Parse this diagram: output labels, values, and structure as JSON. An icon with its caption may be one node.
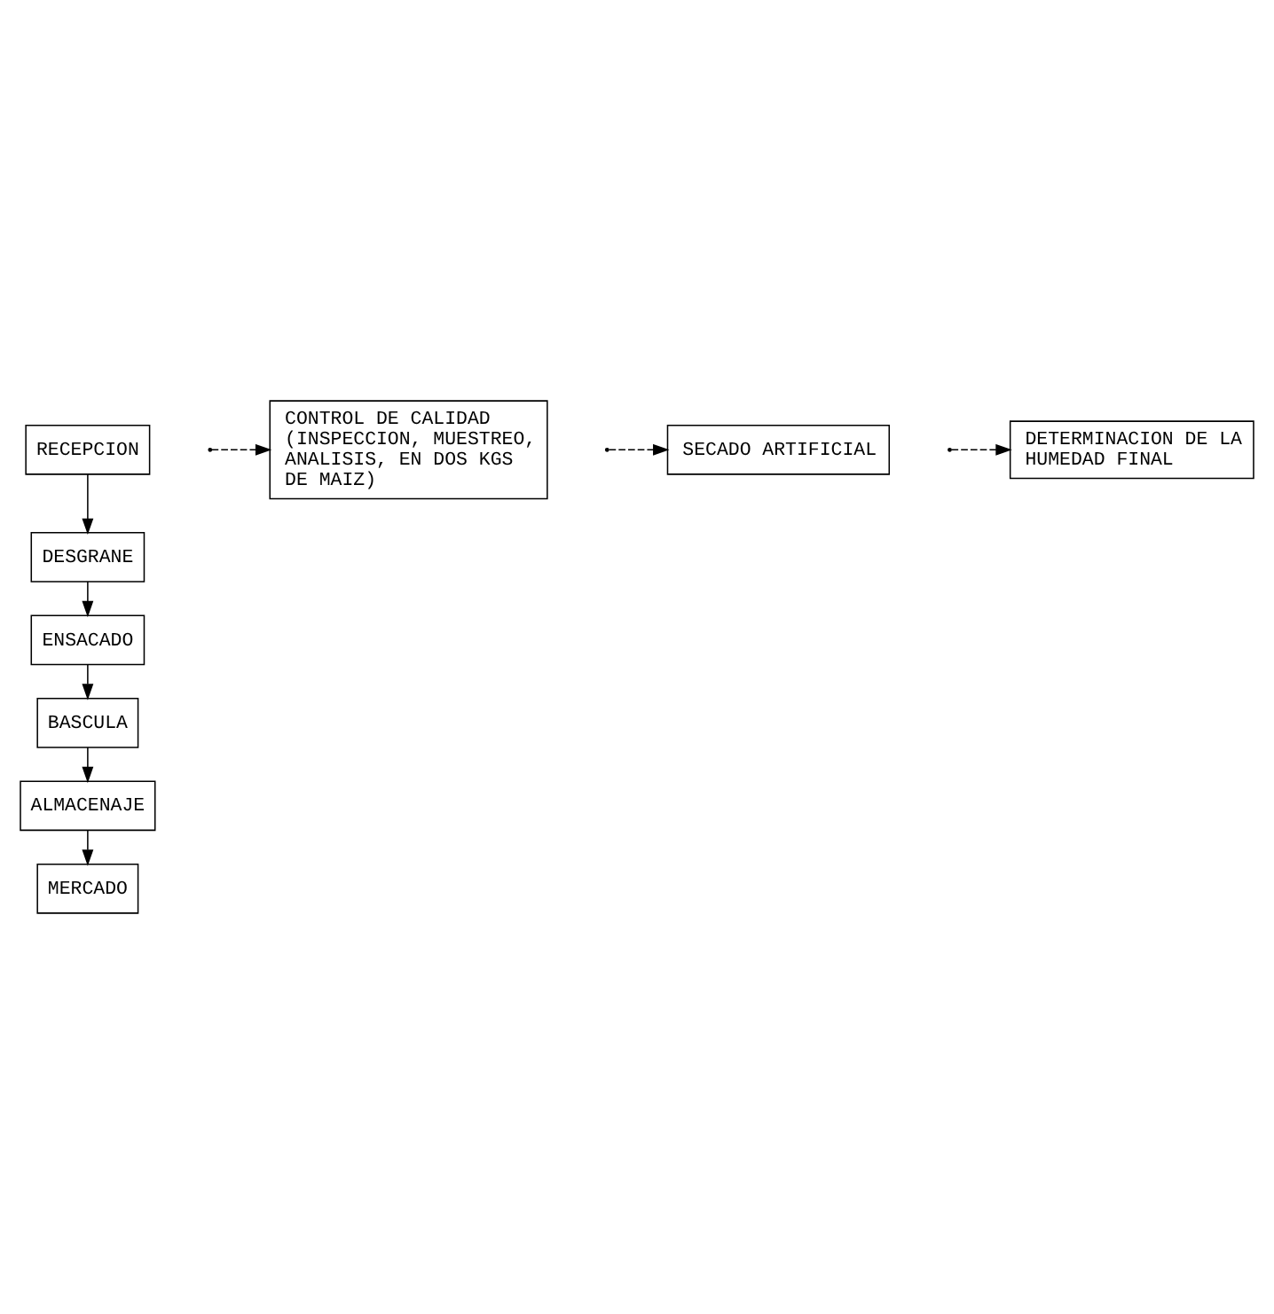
{
  "diagram": {
    "nodes": [
      {
        "text": [
          "RECEPCION"
        ]
      },
      {
        "text": [
          "DESGRANE"
        ]
      },
      {
        "text": [
          "ENSACADO"
        ]
      },
      {
        "text": [
          "CONTROL DE CALIDAD (INSPECCION, MUESTREO, ANALISIS, EN DOS KGS DE MAIZ)"
        ]
      },
      {
        "text": [
          "BASCULA"
        ]
      },
      {
        "text": [
          "SECADO ARTIFICIAL"
        ]
      },
      {
        "text": [
          "ALMACENAJE"
        ]
      },
      {
        "text": [
          "DETERMINACION DE LA HUMEDAD FINAL"
        ]
      },
      {
        "text": [
          "MERCADO"
        ]
      }
    ],
    "edges": [
      {
        "from": 0,
        "to": 1,
        "arrow": "to"
      },
      {
        "from": 1,
        "to": 2,
        "arrow": "to"
      },
      {
        "from": 2,
        "to": 4,
        "arrow": "to"
      },
      {
        "from": null,
        "to": 3,
        "arrow": "to",
        "style": "dashed"
      },
      {
        "from": 4,
        "to": 6,
        "arrow": "to"
      },
      {
        "from": null,
        "to": 5,
        "arrow": "to",
        "style": "dashed"
      },
      {
        "from": 6,
        "to": 8,
        "arrow": "to"
      },
      {
        "from": null,
        "to": 7,
        "arrow": "to",
        "style": "dashed"
      }
    ]
  }
}
